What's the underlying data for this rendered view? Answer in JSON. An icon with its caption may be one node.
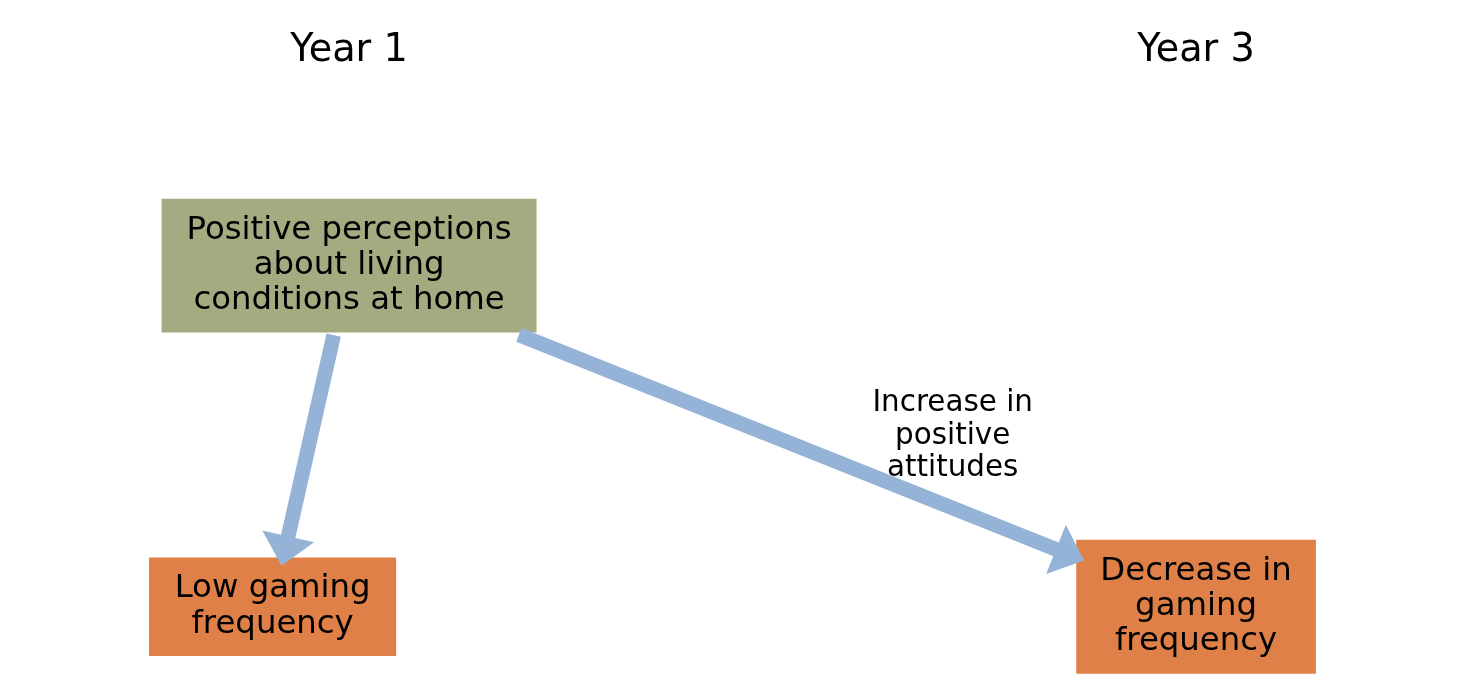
{
  "diagram": {
    "nodes": [
      {
        "text": [
          "Positive perceptions about living conditions at home"
        ]
      },
      {
        "text": [
          "Low gaming frequency"
        ]
      },
      {
        "text": [
          "Decrease in gaming frequency"
        ]
      }
    ],
    "edges": [
      {
        "from": 0,
        "to": 1,
        "arrow": "to"
      },
      {
        "from": 0,
        "to": 2,
        "arrow": "to",
        "label": "Increase in positive attitudes"
      }
    ],
    "labels": [
      "Year 1",
      "Year 3"
    ]
  }
}
